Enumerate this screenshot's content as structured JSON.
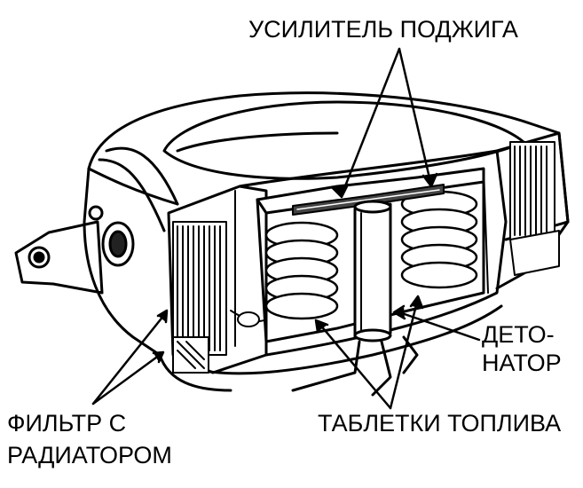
{
  "labels": {
    "igniter_amplifier": "УСИЛИТЕЛЬ ПОДЖИГА",
    "detonator_line1": "ДЕТО-",
    "detonator_line2": "НАТОР",
    "filter_line1": "ФИЛЬТР С",
    "filter_line2": "РАДИАТОРОМ",
    "fuel_tablets": "ТАБЛЕТКИ ТОПЛИВА"
  },
  "colors": {
    "ink": "#000000",
    "paper": "#ffffff"
  }
}
